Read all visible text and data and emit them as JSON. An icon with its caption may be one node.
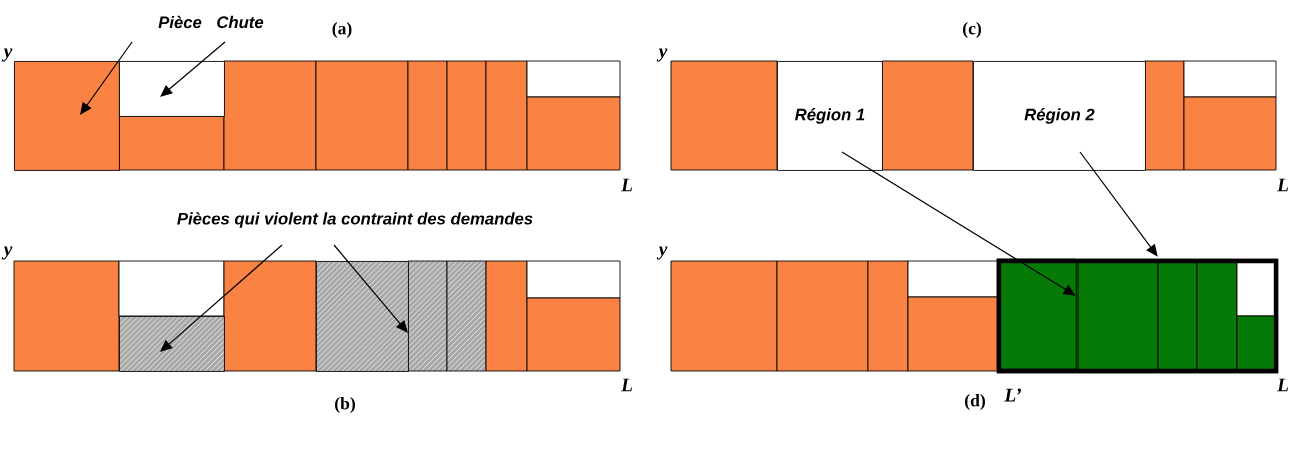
{
  "diagram": {
    "nodes": [
      {
        "text": [
          "Pièce"
        ]
      },
      {
        "text": [],
        "shape": "box"
      },
      {
        "text": [
          "Chute"
        ]
      },
      {
        "text": [],
        "shape": "box"
      },
      {
        "text": [
          "Pièces qui violent la contraint des demandes"
        ]
      },
      {
        "text": [],
        "shape": "box"
      },
      {
        "text": [],
        "shape": "box"
      },
      {
        "text": [
          "Région 1"
        ]
      },
      {
        "text": [
          "Région 2"
        ]
      },
      {
        "text": [],
        "shape": "box"
      },
      {
        "text": [],
        "shape": "box",
        "in": 9
      }
    ],
    "edges": [
      {
        "from": 0,
        "to": 1,
        "arrow": "to"
      },
      {
        "from": 2,
        "to": 3,
        "arrow": "to"
      },
      {
        "from": 4,
        "to": 5,
        "arrow": "to"
      },
      {
        "from": 4,
        "to": 6,
        "arrow": "to"
      },
      {
        "from": 7,
        "to": 10,
        "arrow": "to"
      },
      {
        "from": 8,
        "to": 9,
        "arrow": "to"
      }
    ],
    "labels": [
      "(a)",
      "y",
      "L",
      "y",
      "L",
      "(b)",
      "(c)",
      "y",
      "L",
      "y",
      "L",
      "L’",
      "(d)"
    ]
  }
}
